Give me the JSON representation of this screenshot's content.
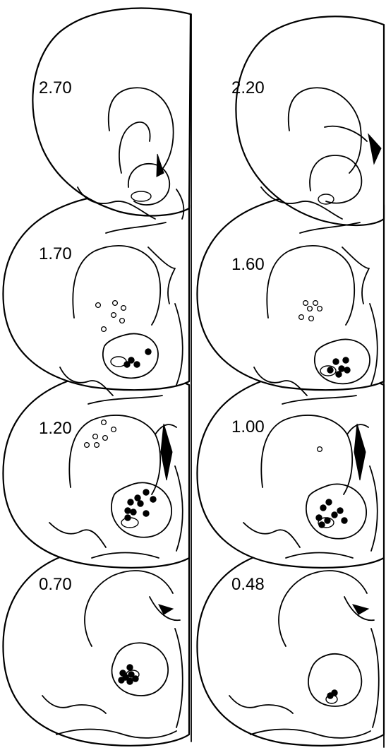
{
  "figure": {
    "sections": [
      {
        "id": "s1",
        "column": "left",
        "row": 1,
        "label": "2.70",
        "open_sites": [],
        "filled_sites": []
      },
      {
        "id": "s2",
        "column": "right",
        "row": 1,
        "label": "2.20",
        "open_sites": [],
        "filled_sites": []
      },
      {
        "id": "s3",
        "column": "left",
        "row": 2,
        "label": "1.70",
        "open_sites": [
          [
            0,
            0
          ],
          [
            24,
            -3
          ],
          [
            36,
            4
          ],
          [
            22,
            14
          ],
          [
            34,
            22
          ],
          [
            8,
            34
          ]
        ],
        "filled_sites": [
          [
            60,
            60
          ],
          [
            36,
            72
          ],
          [
            44,
            78
          ],
          [
            30,
            78
          ]
        ]
      },
      {
        "id": "s4",
        "column": "right",
        "row": 2,
        "label": "1.60",
        "open_sites": [
          [
            0,
            0
          ],
          [
            14,
            0
          ],
          [
            6,
            8
          ],
          [
            20,
            8
          ],
          [
            -6,
            20
          ],
          [
            8,
            22
          ]
        ],
        "filled_sites": [
          [
            36,
            82
          ],
          [
            50,
            80
          ],
          [
            44,
            92
          ],
          [
            28,
            94
          ],
          [
            52,
            94
          ],
          [
            40,
            100
          ]
        ]
      },
      {
        "id": "s5",
        "column": "left",
        "row": 3,
        "label": "1.20",
        "open_sites": [
          [
            20,
            0
          ],
          [
            34,
            10
          ],
          [
            8,
            20
          ],
          [
            22,
            22
          ],
          [
            -4,
            32
          ],
          [
            10,
            32
          ]
        ],
        "filled_sites": [
          [
            82,
            82
          ],
          [
            70,
            90
          ],
          [
            92,
            92
          ],
          [
            60,
            96
          ],
          [
            74,
            98
          ],
          [
            56,
            108
          ],
          [
            64,
            110
          ],
          [
            82,
            112
          ],
          [
            56,
            118
          ]
        ]
      },
      {
        "id": "s6",
        "column": "right",
        "row": 3,
        "label": "1.00",
        "open_sites": [
          [
            0,
            0
          ]
        ],
        "filled_sites": [
          [
            32,
            78
          ],
          [
            24,
            86
          ],
          [
            48,
            90
          ],
          [
            40,
            96
          ],
          [
            18,
            100
          ],
          [
            30,
            104
          ],
          [
            54,
            104
          ],
          [
            22,
            110
          ]
        ]
      },
      {
        "id": "s7",
        "column": "left",
        "row": 4,
        "label": "0.70",
        "open_sites": [],
        "filled_sites": [
          [
            4,
            0
          ],
          [
            -6,
            8
          ],
          [
            6,
            10
          ],
          [
            -2,
            14
          ],
          [
            12,
            16
          ],
          [
            -8,
            18
          ],
          [
            4,
            20
          ]
        ]
      },
      {
        "id": "s8",
        "column": "right",
        "row": 4,
        "label": "0.48",
        "open_sites": [],
        "filled_sites": [
          [
            0,
            0
          ],
          [
            6,
            -4
          ]
        ]
      }
    ]
  }
}
